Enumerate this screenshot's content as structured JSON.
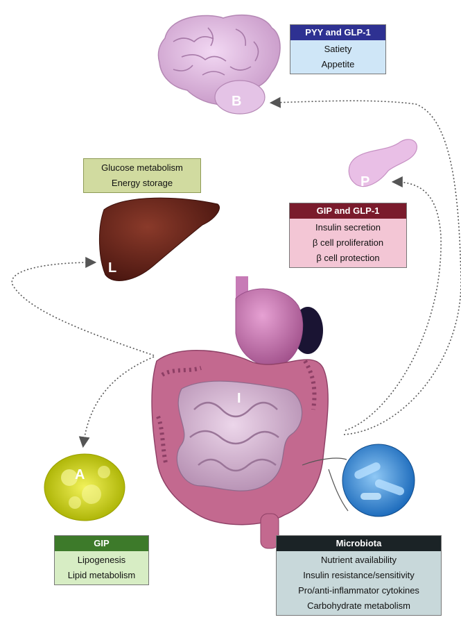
{
  "labels": {
    "brain": "B",
    "pancreas": "P",
    "liver": "L",
    "intestine": "I",
    "adipose": "A"
  },
  "boxes": {
    "brain": {
      "header": "PYY and GLP-1",
      "lines": [
        "Satiety",
        "Appetite"
      ]
    },
    "liver": {
      "lines": [
        "Glucose metabolism",
        "Energy storage"
      ]
    },
    "pancreas": {
      "header": "GIP and GLP-1",
      "lines": [
        "Insulin secretion",
        "β cell proliferation",
        "β cell protection"
      ]
    },
    "adipose": {
      "header": "GIP",
      "lines": [
        "Lipogenesis",
        "Lipid metabolism"
      ]
    },
    "microbiota": {
      "header": "Microbiota",
      "lines": [
        "Nutrient availability",
        "Insulin resistance/sensitivity",
        "Pro/anti-inflammator cytokines",
        "Carbohydrate metabolism"
      ]
    }
  },
  "colors": {
    "brain_header": "#2e3192",
    "pancreas_header": "#7a1b2c",
    "adipose_header": "#3d7a2a",
    "microbiota_header": "#1b2326",
    "liver_box": "#d1dba0"
  }
}
